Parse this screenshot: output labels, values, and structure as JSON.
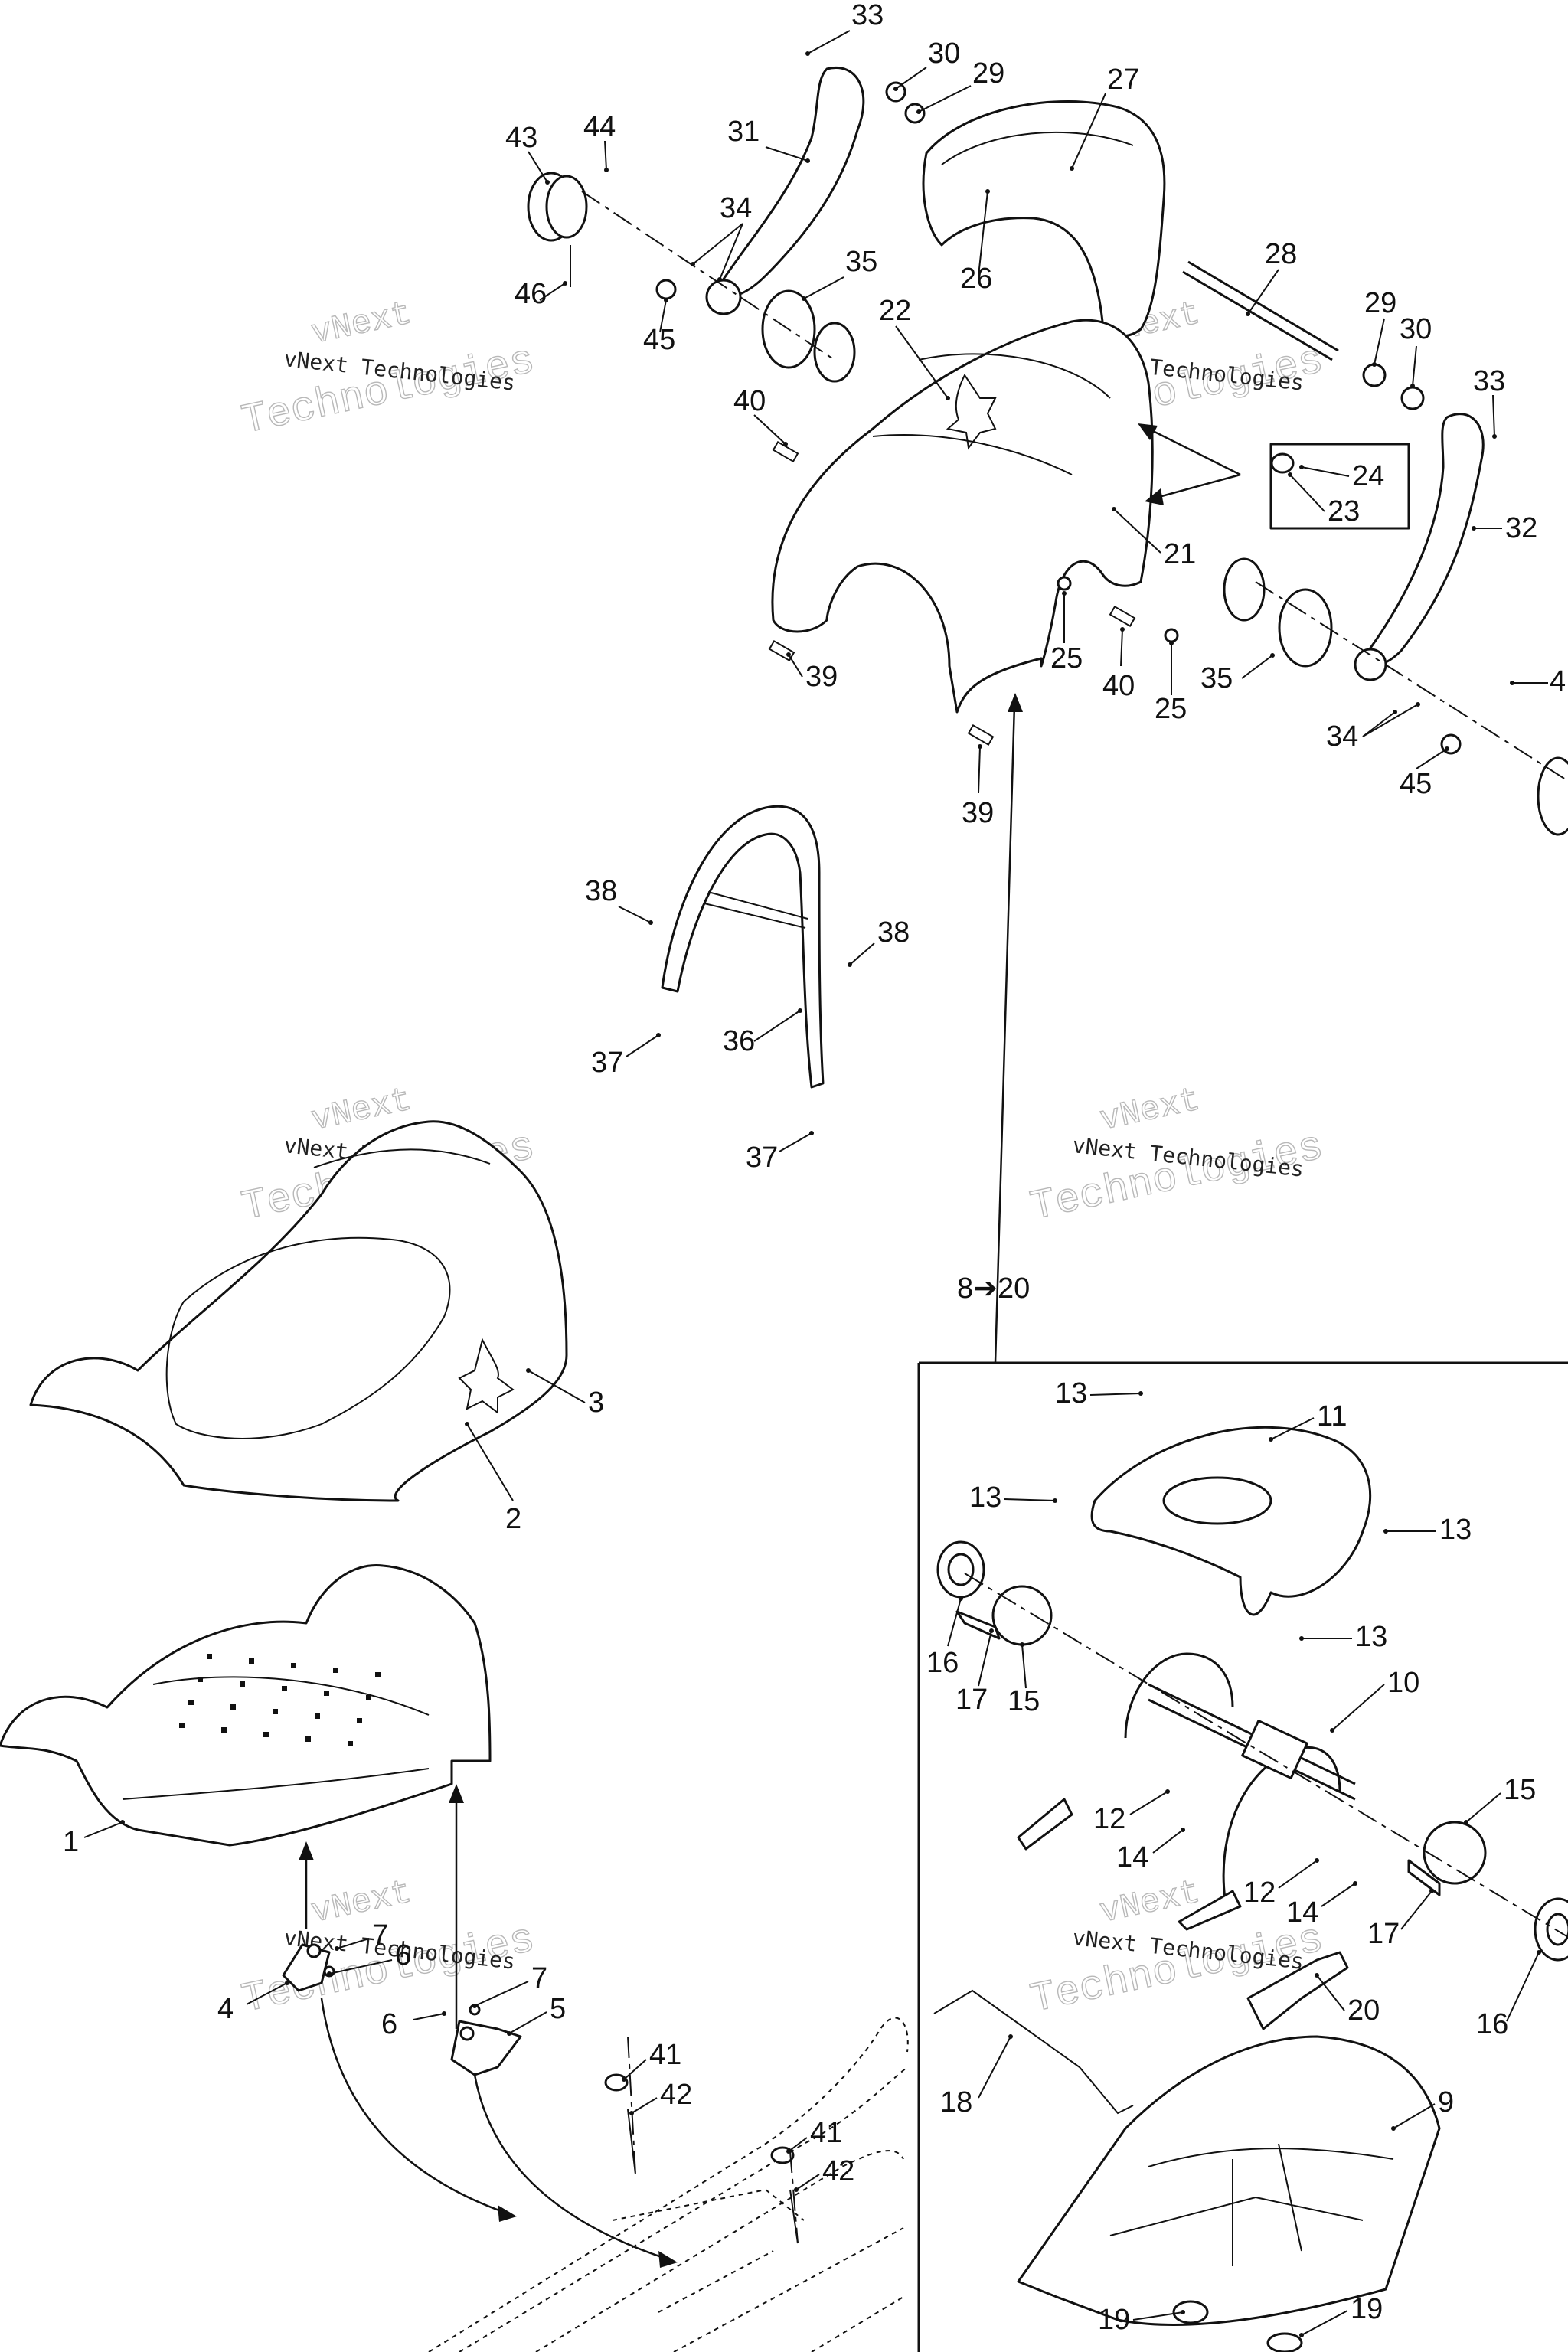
{
  "watermark": {
    "line1": "vNext",
    "line2": "Technologies",
    "caption": "vNext Technologies"
  },
  "subassembly_reference": "8➔20",
  "callouts": [
    {
      "id": "c33a",
      "text": "33"
    },
    {
      "id": "c30a",
      "text": "30"
    },
    {
      "id": "c29a",
      "text": "29"
    },
    {
      "id": "c27",
      "text": "27"
    },
    {
      "id": "c43a",
      "text": "43"
    },
    {
      "id": "c44a",
      "text": "44"
    },
    {
      "id": "c31",
      "text": "31"
    },
    {
      "id": "c34a",
      "text": "34"
    },
    {
      "id": "c35a",
      "text": "35"
    },
    {
      "id": "c46a",
      "text": "46"
    },
    {
      "id": "c45a",
      "text": "45"
    },
    {
      "id": "c22",
      "text": "22"
    },
    {
      "id": "c26",
      "text": "26"
    },
    {
      "id": "c28",
      "text": "28"
    },
    {
      "id": "c29b",
      "text": "29"
    },
    {
      "id": "c30b",
      "text": "30"
    },
    {
      "id": "c33b",
      "text": "33"
    },
    {
      "id": "c40a",
      "text": "40"
    },
    {
      "id": "c24",
      "text": "24"
    },
    {
      "id": "c23",
      "text": "23"
    },
    {
      "id": "c32",
      "text": "32"
    },
    {
      "id": "c21",
      "text": "21"
    },
    {
      "id": "c39a",
      "text": "39"
    },
    {
      "id": "c25a",
      "text": "25"
    },
    {
      "id": "c40b",
      "text": "40"
    },
    {
      "id": "c25b",
      "text": "25"
    },
    {
      "id": "c35b",
      "text": "35"
    },
    {
      "id": "c4x",
      "text": "4"
    },
    {
      "id": "c34b",
      "text": "34"
    },
    {
      "id": "c45b",
      "text": "45"
    },
    {
      "id": "c39b",
      "text": "39"
    },
    {
      "id": "c38a",
      "text": "38"
    },
    {
      "id": "c38b",
      "text": "38"
    },
    {
      "id": "c36",
      "text": "36"
    },
    {
      "id": "c37a",
      "text": "37"
    },
    {
      "id": "c37b",
      "text": "37"
    },
    {
      "id": "c3",
      "text": "3"
    },
    {
      "id": "c2",
      "text": "2"
    },
    {
      "id": "c13a",
      "text": "13"
    },
    {
      "id": "c11",
      "text": "11"
    },
    {
      "id": "c13b",
      "text": "13"
    },
    {
      "id": "c13c",
      "text": "13"
    },
    {
      "id": "c13d",
      "text": "13"
    },
    {
      "id": "c16a",
      "text": "16"
    },
    {
      "id": "c17a",
      "text": "17"
    },
    {
      "id": "c15a",
      "text": "15"
    },
    {
      "id": "c10",
      "text": "10"
    },
    {
      "id": "c1",
      "text": "1"
    },
    {
      "id": "c12a",
      "text": "12"
    },
    {
      "id": "c14a",
      "text": "14"
    },
    {
      "id": "c15b",
      "text": "15"
    },
    {
      "id": "c12b",
      "text": "12"
    },
    {
      "id": "c14b",
      "text": "14"
    },
    {
      "id": "c17b",
      "text": "17"
    },
    {
      "id": "c7a",
      "text": "7"
    },
    {
      "id": "c6a",
      "text": "6"
    },
    {
      "id": "c4",
      "text": "4"
    },
    {
      "id": "c7b",
      "text": "7"
    },
    {
      "id": "c6b",
      "text": "6"
    },
    {
      "id": "c5",
      "text": "5"
    },
    {
      "id": "c20",
      "text": "20"
    },
    {
      "id": "c16b",
      "text": "16"
    },
    {
      "id": "c41a",
      "text": "41"
    },
    {
      "id": "c42a",
      "text": "42"
    },
    {
      "id": "c18",
      "text": "18"
    },
    {
      "id": "c9",
      "text": "9"
    },
    {
      "id": "c41b",
      "text": "41"
    },
    {
      "id": "c42b",
      "text": "42"
    },
    {
      "id": "c19a",
      "text": "19"
    },
    {
      "id": "c19b",
      "text": "19"
    }
  ]
}
